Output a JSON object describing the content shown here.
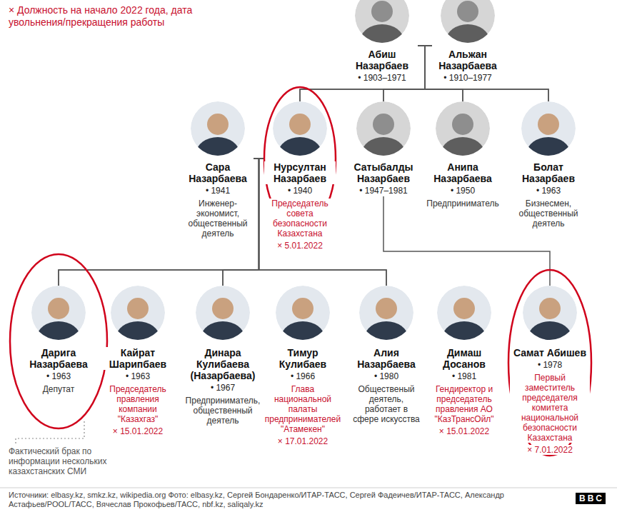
{
  "diagram": {
    "caption": "Источники: elbasy.kz, smkz.kz, wikipedia.org Фото: elbasy.kz, Сергей Бондаренко/ИТАР-ТАСС, Сергей Фадеичев/ИТАР-ТАСС, Александр Астафьев/POOL/ТАСС, Вячеслав Прокофьев/ТАСС, nbf.kz, saliqaly.kz",
    "nodes": [
      {
        "text": [
          "Абиш Назарбаев",
          "• 1903–1971"
        ]
      },
      {
        "text": [
          "Альжан Назарбаева",
          "• 1910–1977"
        ]
      },
      {
        "text": [
          "Сара Назарбаева",
          "• 1941",
          "Инженер-экономист, общественный деятель"
        ]
      },
      {
        "text": [
          "Нурсултан Назарбаев",
          "• 1940",
          "Председатель совета безопасности Казахстана",
          "× 5.01.2022"
        ]
      },
      {
        "text": [
          "Сатыбалды Назарбаев",
          "• 1947–1981"
        ]
      },
      {
        "text": [
          "Анипа Назарбаева",
          "• 1950",
          "Предприниматель"
        ]
      },
      {
        "text": [
          "Болат Назарбаев",
          "• 1963",
          "Бизнесмен, общественный деятель"
        ]
      },
      {
        "text": [
          "Дарига Назарбаева",
          "• 1963",
          "Депутат"
        ]
      },
      {
        "text": [
          "Кайрат Шарипбаев",
          "• 1963",
          "Председатель правления компании \"Казахгаз\"",
          "× 15.01.2022"
        ]
      },
      {
        "text": [
          "Динара Кулибаева (Назарбаева)",
          "• 1967",
          "Предприниматель, общественный деятель"
        ]
      },
      {
        "text": [
          "Тимур Кулибаев",
          "• 1966",
          "Глава национальной палаты предпринимателей \"Атамекен\"",
          "× 17.01.2022"
        ]
      },
      {
        "text": [
          "Алия Назарбаева",
          "• 1980",
          "Общественый деятель, работает в сфере искусства"
        ]
      },
      {
        "text": [
          "Димаш Досанов",
          "• 1981",
          "Гендиректор и председатель правления АО \"КазТрансОйл\"",
          "× 15.01.2022"
        ]
      },
      {
        "text": [
          "Самат Абишев",
          "• 1978",
          "Первый заместитель председателя комитета национальной безопасности Казахстана",
          "× 7.01.2022"
        ]
      }
    ],
    "edges": [
      {
        "from": 0,
        "to": 3,
        "arrow": "none"
      },
      {
        "from": 0,
        "to": 4,
        "arrow": "none"
      },
      {
        "from": 0,
        "to": 5,
        "arrow": "none"
      },
      {
        "from": 0,
        "to": 6,
        "arrow": "none"
      },
      {
        "from": 1,
        "to": 3,
        "arrow": "none"
      },
      {
        "from": 1,
        "to": 4,
        "arrow": "none"
      },
      {
        "from": 1,
        "to": 5,
        "arrow": "none"
      },
      {
        "from": 1,
        "to": 6,
        "arrow": "none"
      },
      {
        "from": 2,
        "to": 7,
        "arrow": "none"
      },
      {
        "from": 2,
        "to": 9,
        "arrow": "none"
      },
      {
        "from": 2,
        "to": 11,
        "arrow": "none"
      },
      {
        "from": 3,
        "to": 7,
        "arrow": "none"
      },
      {
        "from": 3,
        "to": 9,
        "arrow": "none"
      },
      {
        "from": 3,
        "to": 11,
        "arrow": "none"
      },
      {
        "from": 4,
        "to": 13,
        "arrow": "none"
      }
    ],
    "labels": [
      "× Должность на начало 2022 года, дата увольнения/прекращения работы",
      "Фактический брак по информации нескольких казахстанских СМИ",
      "BBC"
    ]
  }
}
